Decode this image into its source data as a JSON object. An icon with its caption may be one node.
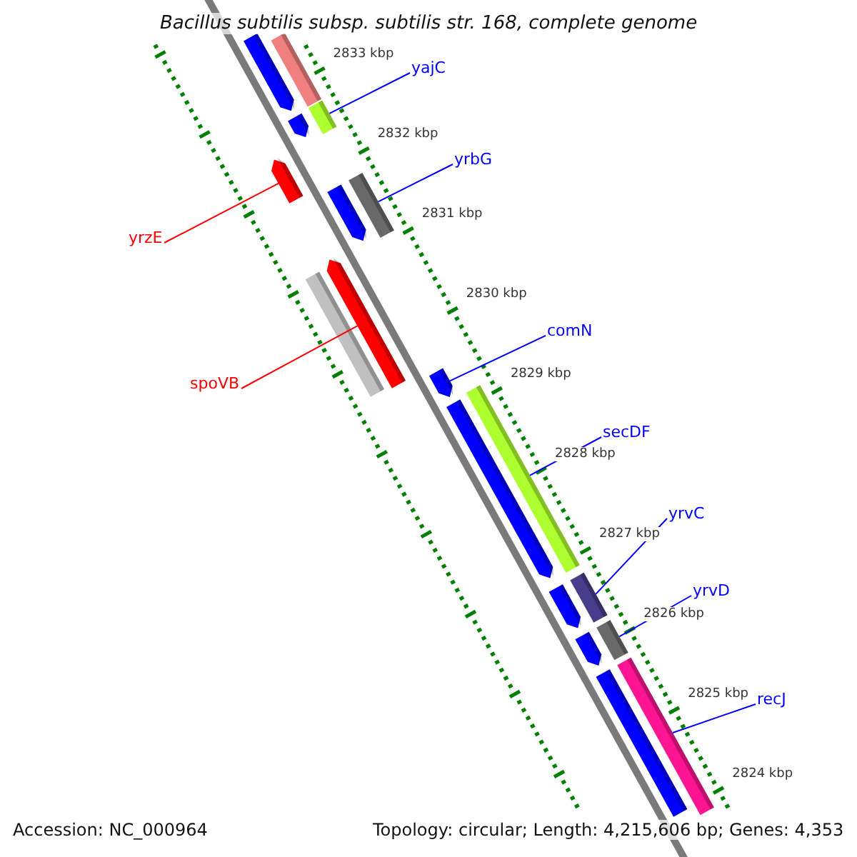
{
  "diagram": {
    "title": "Bacillus subtilis subsp. subtilis str. 168, complete genome",
    "nodes": [
      {
        "text": [
          "yajC"
        ]
      },
      {
        "text": [
          "yrbG"
        ]
      },
      {
        "text": [
          "yrzE"
        ]
      },
      {
        "text": [
          "comN"
        ]
      },
      {
        "text": [
          "spoVB"
        ]
      },
      {
        "text": [
          "secDF"
        ]
      },
      {
        "text": [
          "yrvC"
        ]
      },
      {
        "text": [
          "yrvD"
        ]
      },
      {
        "text": [
          "recJ"
        ]
      },
      {
        "text": [],
        "shape": "arrow"
      },
      {
        "text": [],
        "shape": "bar"
      },
      {
        "text": [],
        "shape": "bar"
      },
      {
        "text": [],
        "shape": "arrow"
      },
      {
        "text": [],
        "shape": "arrow"
      },
      {
        "text": [],
        "shape": "arrow"
      },
      {
        "text": [],
        "shape": "bar"
      },
      {
        "text": [],
        "shape": "arrow"
      },
      {
        "text": [],
        "shape": "bar"
      },
      {
        "text": [],
        "shape": "arrow"
      },
      {
        "text": [],
        "shape": "bar"
      },
      {
        "text": [],
        "shape": "arrow"
      },
      {
        "text": [],
        "shape": "arrow"
      },
      {
        "text": [],
        "shape": "bar"
      },
      {
        "text": [],
        "shape": "arrow"
      },
      {
        "text": [],
        "shape": "bar"
      },
      {
        "text": [],
        "shape": "arrow"
      },
      {
        "text": [],
        "shape": "bar"
      }
    ],
    "edges": [
      {
        "from": 0,
        "to": 11,
        "arrow": "none"
      },
      {
        "from": 1,
        "to": 15,
        "arrow": "none"
      },
      {
        "from": 2,
        "to": 13,
        "arrow": "none",
        "color": "#ff0000"
      },
      {
        "from": 3,
        "to": 18,
        "arrow": "none"
      },
      {
        "from": 4,
        "to": 16,
        "arrow": "none",
        "color": "#ff0000"
      },
      {
        "from": 5,
        "to": 19,
        "arrow": "none"
      },
      {
        "from": 6,
        "to": 22,
        "arrow": "none"
      },
      {
        "from": 7,
        "to": 24,
        "arrow": "none"
      },
      {
        "from": 8,
        "to": 26,
        "arrow": "none"
      }
    ],
    "labels": [
      "2833 kbp",
      "2832 kbp",
      "2831 kbp",
      "2830 kbp",
      "2829 kbp",
      "2828 kbp",
      "2827 kbp",
      "2826 kbp",
      "2825 kbp",
      "2824 kbp",
      "Accession: NC_000964",
      "Topology: circular; Length: 4,215,606 bp; Genes: 4,353"
    ]
  }
}
